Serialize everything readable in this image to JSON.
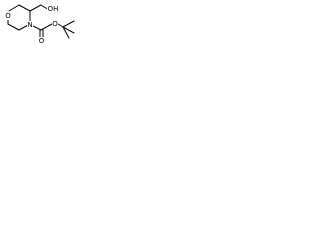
{
  "molecule": {
    "ring_oxygen_label": "O",
    "hydroxyl_label": "OH",
    "ring_nitrogen_label": "N",
    "carbonyl_oxygen_label": "O",
    "ester_oxygen_label": "O"
  },
  "colors": {
    "bond": "#000000",
    "text": "#000000",
    "background": "#ffffff"
  }
}
